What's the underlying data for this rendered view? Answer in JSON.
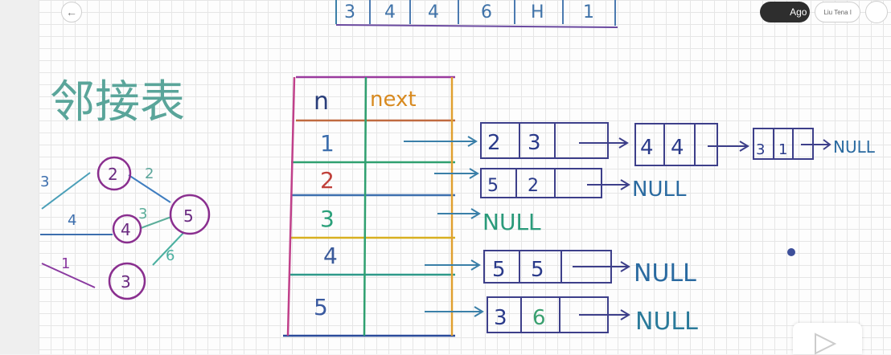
{
  "toolbar": {
    "back_icon": "arrow-left-icon",
    "logo_text": "Ago",
    "user_label": "Liu Tena I"
  },
  "whiteboard": {
    "title": "邻接表",
    "graph": {
      "nodes": [
        "2",
        "4",
        "5",
        "3"
      ],
      "edge_labels": [
        "3",
        "2",
        "4",
        "3",
        "1",
        "6"
      ]
    },
    "table": {
      "headers": [
        "n",
        "next"
      ],
      "rows": [
        "1",
        "2",
        "3",
        "4",
        "5"
      ]
    },
    "lists": [
      {
        "node": "1",
        "cells": [
          [
            "2",
            "3"
          ],
          [
            "4",
            "4"
          ],
          [
            "3",
            "1"
          ]
        ],
        "end": "NULL"
      },
      {
        "node": "2",
        "cells": [
          [
            "5",
            "2"
          ]
        ],
        "end": "NULL"
      },
      {
        "node": "3",
        "cells": [],
        "end": "NULL"
      },
      {
        "node": "4",
        "cells": [
          [
            "5",
            "5"
          ]
        ],
        "end": "NULL"
      },
      {
        "node": "5",
        "cells": [
          [
            "3",
            "6"
          ]
        ],
        "end": "NULL"
      }
    ],
    "top_fragment": [
      "3",
      "4",
      "4",
      "6",
      "H",
      "1"
    ]
  }
}
